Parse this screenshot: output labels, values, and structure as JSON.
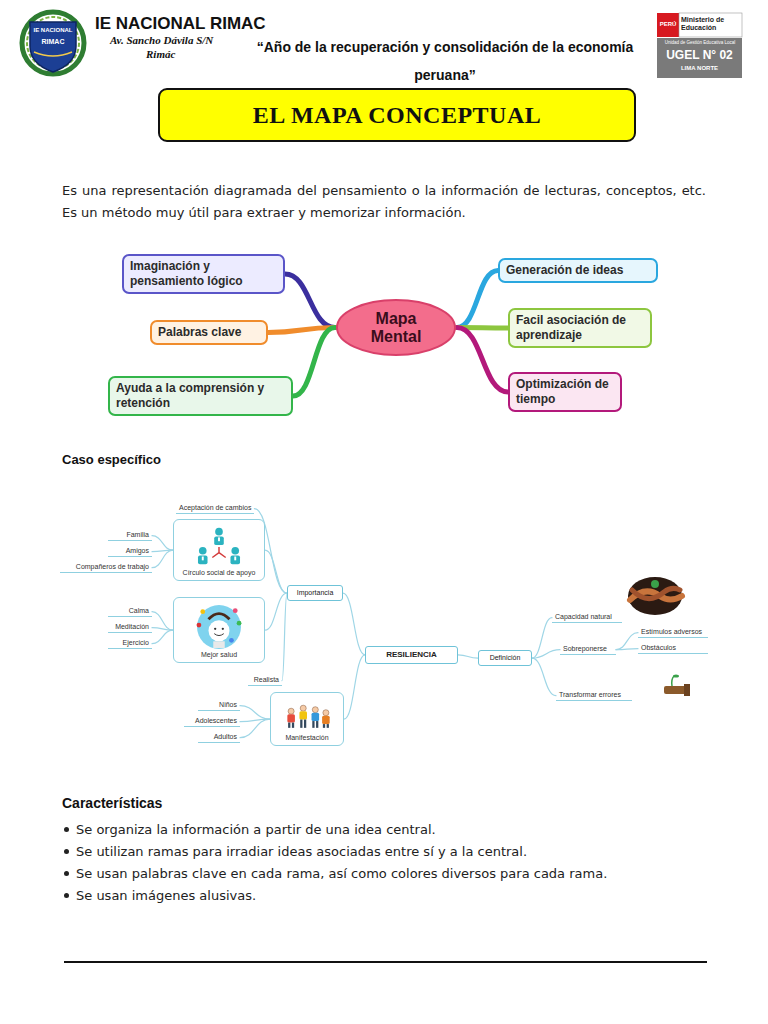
{
  "diagram": {
    "title": "EL MAPA CONCEPTUAL",
    "nodes": [
      {
        "text": [
          "Imaginación y pensamiento lógico"
        ]
      },
      {
        "text": [
          "Generación de ideas"
        ]
      },
      {
        "text": [
          "Palabras clave"
        ]
      },
      {
        "text": [
          "Mapa Mental"
        ]
      },
      {
        "text": [
          "Facil asociación de aprendizaje"
        ]
      },
      {
        "text": [
          "Ayuda a la comprensión y retención"
        ]
      },
      {
        "text": [
          "Optimización de tiempo"
        ]
      },
      {
        "text": [
          "Aceptación de cambios"
        ]
      },
      {
        "text": [
          "Familia"
        ]
      },
      {
        "text": [
          "Amigos"
        ]
      },
      {
        "text": [
          "Compañeros de trabajo"
        ]
      },
      {
        "text": [
          "Círculo social de apoyo"
        ]
      },
      {
        "text": [
          "Calma"
        ]
      },
      {
        "text": [
          "Meditación"
        ]
      },
      {
        "text": [
          "Ejercicio"
        ]
      },
      {
        "text": [
          "Mejor salud"
        ]
      },
      {
        "text": [
          "Importancia"
        ]
      },
      {
        "text": [
          "Capacidad natural"
        ]
      },
      {
        "text": [
          "Estímulos adversos"
        ]
      },
      {
        "text": [
          "Obstáculos"
        ]
      },
      {
        "text": [
          "Sobreponerse"
        ]
      },
      {
        "text": [
          "RESILIENCIA"
        ]
      },
      {
        "text": [
          "Definición"
        ]
      },
      {
        "text": [
          "Realista"
        ]
      },
      {
        "text": [
          "Transformar errores"
        ]
      },
      {
        "text": [
          "Niños"
        ]
      },
      {
        "text": [
          "Adolescentes"
        ]
      },
      {
        "text": [
          "Adultos"
        ]
      },
      {
        "text": [
          "Manifestación"
        ]
      }
    ],
    "edges": [
      {
        "from": 3,
        "to": 0,
        "arrow": "none"
      },
      {
        "from": 3,
        "to": 2,
        "arrow": "none"
      },
      {
        "from": 3,
        "to": 5,
        "arrow": "none"
      },
      {
        "from": 3,
        "to": 1,
        "arrow": "none"
      },
      {
        "from": 3,
        "to": 4,
        "arrow": "none"
      },
      {
        "from": 3,
        "to": 6,
        "arrow": "none"
      },
      {
        "from": 21,
        "to": 16,
        "arrow": "none"
      },
      {
        "from": 21,
        "to": 22,
        "arrow": "none"
      },
      {
        "from": 21,
        "to": 28,
        "arrow": "none"
      },
      {
        "from": 16,
        "to": 7,
        "arrow": "none"
      },
      {
        "from": 16,
        "to": 11,
        "arrow": "none"
      },
      {
        "from": 16,
        "to": 15,
        "arrow": "none"
      },
      {
        "from": 16,
        "to": 23,
        "arrow": "none"
      },
      {
        "from": 11,
        "to": 8,
        "arrow": "none"
      },
      {
        "from": 11,
        "to": 9,
        "arrow": "none"
      },
      {
        "from": 11,
        "to": 10,
        "arrow": "none"
      },
      {
        "from": 15,
        "to": 12,
        "arrow": "none"
      },
      {
        "from": 15,
        "to": 13,
        "arrow": "none"
      },
      {
        "from": 15,
        "to": 14,
        "arrow": "none"
      },
      {
        "from": 28,
        "to": 25,
        "arrow": "none"
      },
      {
        "from": 28,
        "to": 26,
        "arrow": "none"
      },
      {
        "from": 28,
        "to": 27,
        "arrow": "none"
      },
      {
        "from": 22,
        "to": 17,
        "arrow": "none"
      },
      {
        "from": 22,
        "to": 20,
        "arrow": "none"
      },
      {
        "from": 22,
        "to": 24,
        "arrow": "none"
      },
      {
        "from": 20,
        "to": 18,
        "arrow": "none"
      },
      {
        "from": 20,
        "to": 19,
        "arrow": "none"
      }
    ],
    "labels": [
      "IE NACIONAL RIMAC",
      "Av. Sancho Dávila S/N",
      "Rimác",
      "“Año de la recuperación y consolidación de la economía peruana”",
      "IE NACIONAL",
      "RIMAC",
      "PERÚ",
      "Ministerio de Educación",
      "Unidad de Gestión Educativa Local",
      "UGEL N° 02",
      "LIMA NORTE",
      "Es una representación diagramada del pensamiento o la información de lecturas, conceptos, etc. Es un método muy útil para extraer y memorizar información.",
      "Caso específico",
      "Características",
      "Se organiza la información a partir de una idea central.",
      "Se utilizan ramas para irradiar ideas asociadas entre sí y a la central.",
      "Se usan palabras clave en cada rama, así como colores diversos para cada rama.",
      "Se usan imágenes alusivas."
    ]
  }
}
